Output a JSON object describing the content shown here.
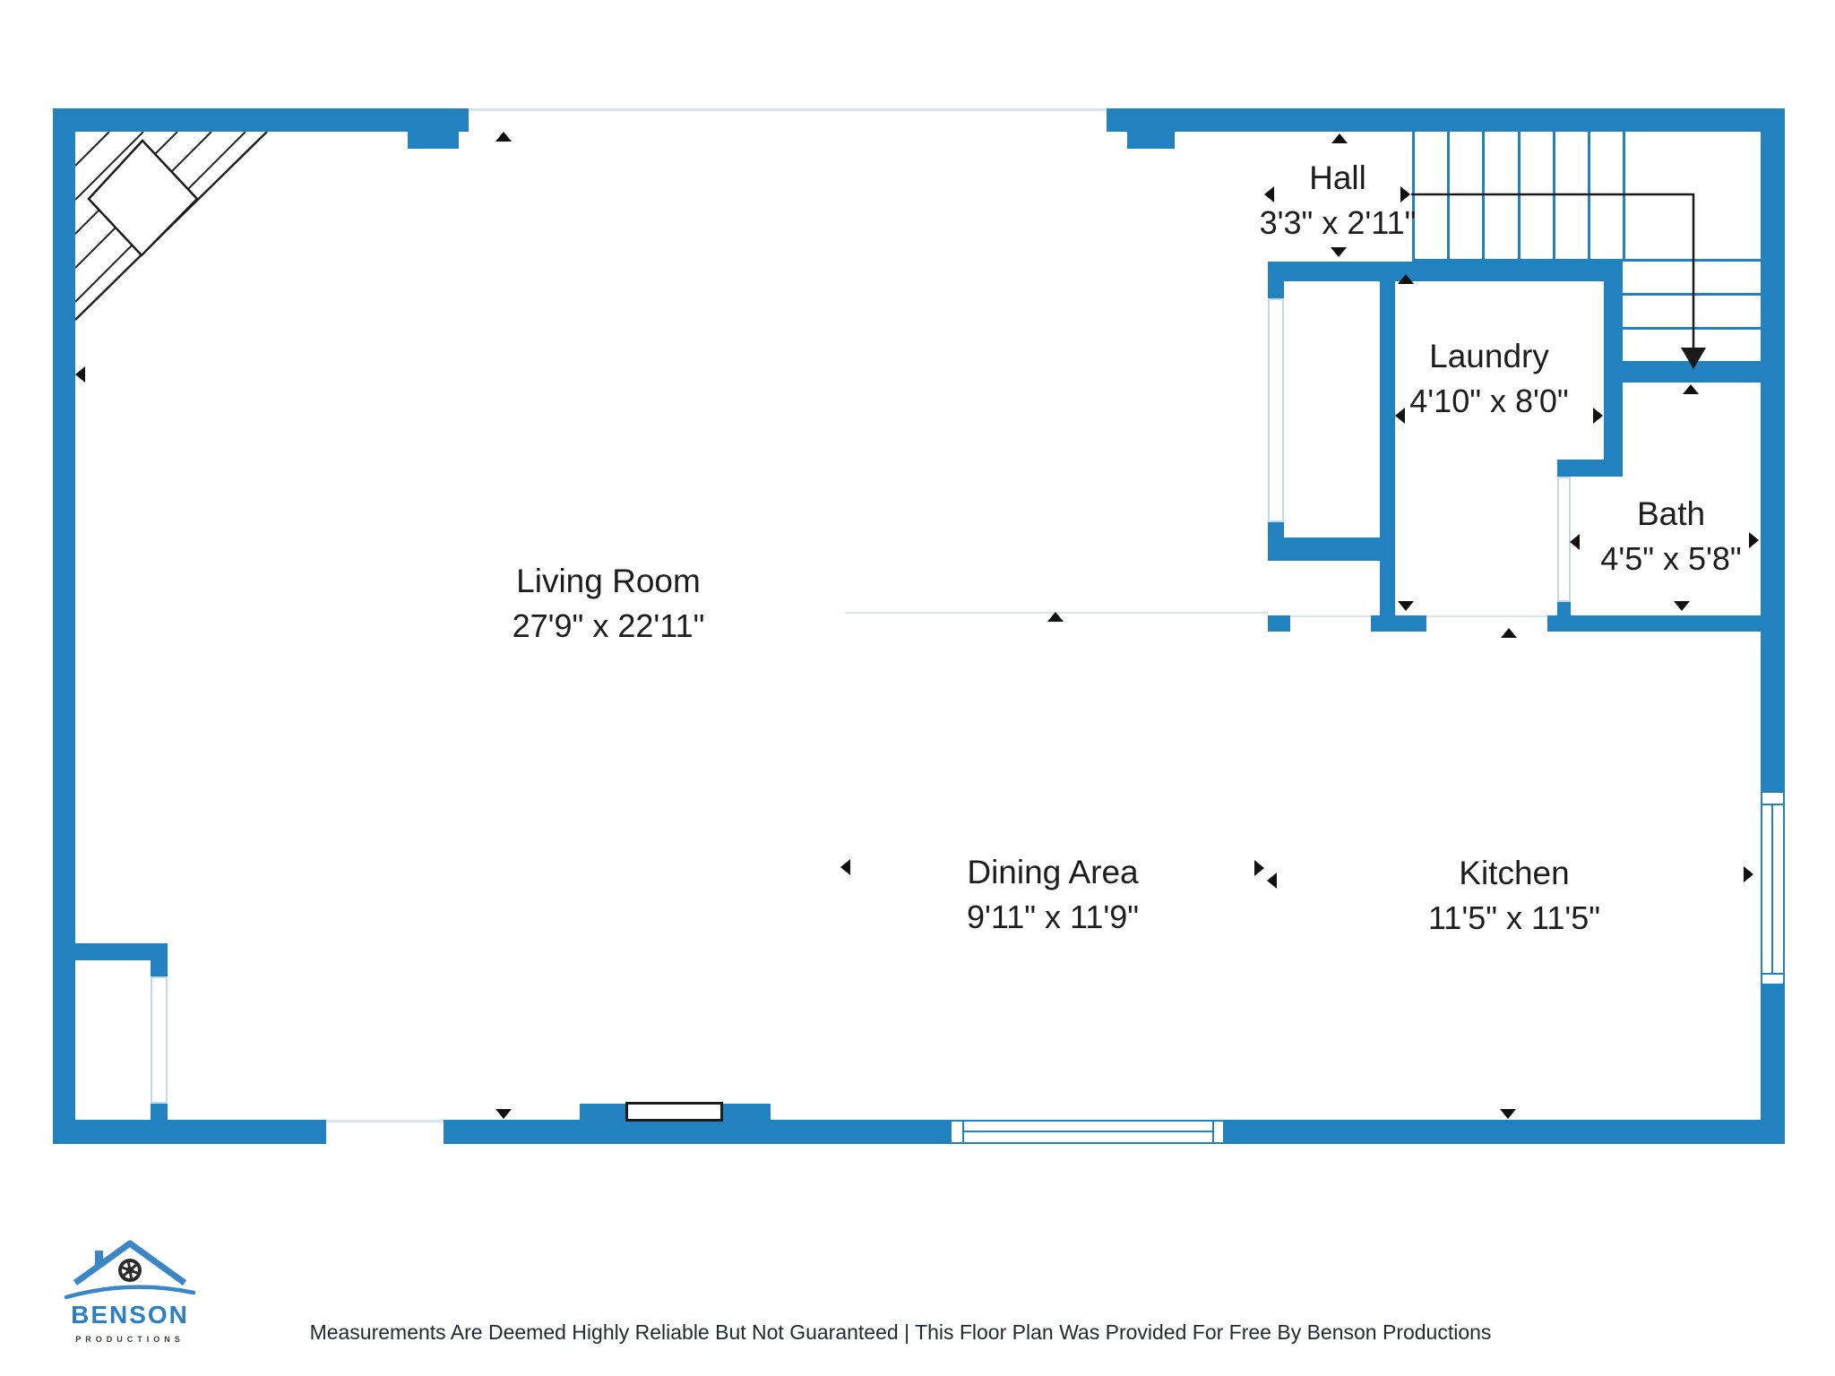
{
  "rooms": {
    "living": {
      "name": "Living Room",
      "dims": "27'9\" x 22'11\""
    },
    "dining": {
      "name": "Dining Area",
      "dims": "9'11\" x 11'9\""
    },
    "kitchen": {
      "name": "Kitchen",
      "dims": "11'5\" x 11'5\""
    },
    "hall": {
      "name": "Hall",
      "dims": "3'3\" x 2'11\""
    },
    "laundry": {
      "name": "Laundry",
      "dims": "4'10\" x 8'0\""
    },
    "bath": {
      "name": "Bath",
      "dims": "4'5\" x 5'8\""
    }
  },
  "branding": {
    "logo_name": "BENSON",
    "logo_subtitle": "PRODUCTIONS"
  },
  "footer": {
    "disclaimer": "Measurements Are Deemed Highly Reliable But Not Guaranteed | This Floor Plan Was Provided For Free By Benson Productions"
  },
  "colors": {
    "wall_blue": "#2282c0",
    "logo_blue": "#2d7fc0",
    "open_edge_line": "#d9e4ee",
    "text": "#1d1d1d"
  }
}
